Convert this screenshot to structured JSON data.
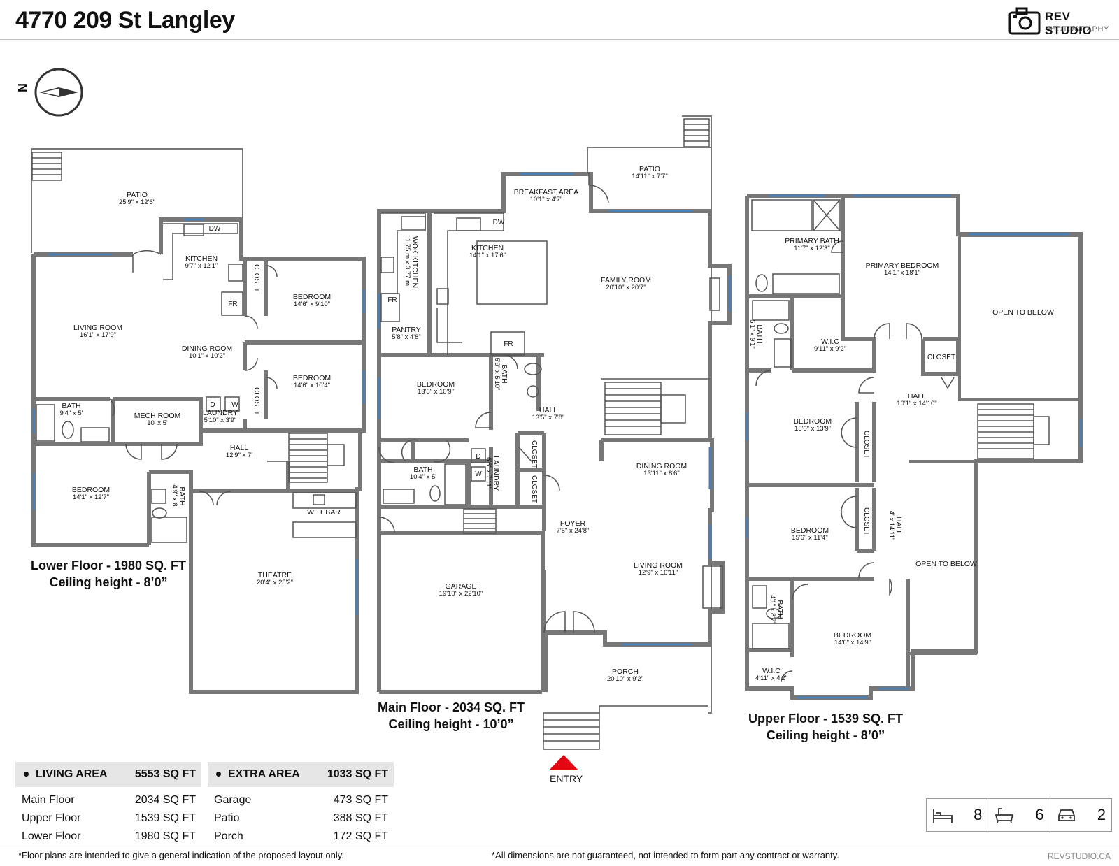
{
  "title": "4770 209 St Langley",
  "brand": {
    "name": "REV STUDIO",
    "sub": "PHOTOGRAPHY",
    "url": "REVSTUDIO.CA"
  },
  "compass": {
    "label": "N"
  },
  "floors": {
    "lower": {
      "line1": "Lower Floor - 1980 SQ. FT",
      "line2": "Ceiling height - 8’0”"
    },
    "main": {
      "line1": "Main Floor - 2034 SQ. FT",
      "line2": "Ceiling height - 10’0”"
    },
    "upper": {
      "line1": "Upper Floor - 1539 SQ. FT",
      "line2": "Ceiling height - 8’0’’"
    }
  },
  "rooms": {
    "lower": [
      {
        "id": "patio",
        "name": "PATIO",
        "dim": "25'9\" x 12'6\""
      },
      {
        "id": "kitchen",
        "name": "KITCHEN",
        "dim": "9'7\" x 12'1\""
      },
      {
        "id": "living",
        "name": "LIVING ROOM",
        "dim": "16'1\" x 17'9\""
      },
      {
        "id": "dining",
        "name": "DINING ROOM",
        "dim": "10'1\" x 10'2\""
      },
      {
        "id": "bed1",
        "name": "BEDROOM",
        "dim": "14'6\" x 9'10\""
      },
      {
        "id": "bed2",
        "name": "BEDROOM",
        "dim": "14'6\" x 10'4\""
      },
      {
        "id": "bath",
        "name": "BATH",
        "dim": "9'4\" x 5'"
      },
      {
        "id": "mech",
        "name": "MECH ROOM",
        "dim": "10' x 5'"
      },
      {
        "id": "laundry",
        "name": "LAUNDRY",
        "dim": "5'10\" x 3'9\""
      },
      {
        "id": "hall",
        "name": "HALL",
        "dim": "12'9\" x 7'"
      },
      {
        "id": "bed3",
        "name": "BEDROOM",
        "dim": "14'1\" x 12'7\""
      },
      {
        "id": "bath2",
        "name": "BATH",
        "dim": "4'9\" x 8'"
      },
      {
        "id": "wetbar",
        "name": "WET BAR",
        "dim": ""
      },
      {
        "id": "theatre",
        "name": "THEATRE",
        "dim": "20'4\" x 25'2\""
      }
    ],
    "main": [
      {
        "id": "patio",
        "name": "PATIO",
        "dim": "14'11\" x 7'7\""
      },
      {
        "id": "breakfast",
        "name": "BREAKFAST AREA",
        "dim": "10'1\" x 4'7\""
      },
      {
        "id": "wok",
        "name": "WOK KITCHEN",
        "dim": "1.75 m x 3.77 m"
      },
      {
        "id": "kitchen",
        "name": "KITCHEN",
        "dim": "14'1\" x 17'6\""
      },
      {
        "id": "family",
        "name": "FAMILY ROOM",
        "dim": "20'10\" x 20'7\""
      },
      {
        "id": "pantry",
        "name": "PANTRY",
        "dim": "5'8\" x 4'8\""
      },
      {
        "id": "bedroom",
        "name": "BEDROOM",
        "dim": "13'6\" x 10'9\""
      },
      {
        "id": "bath1",
        "name": "BATH",
        "dim": "5'9\" x 5'10\""
      },
      {
        "id": "hall",
        "name": "HALL",
        "dim": "13'5\" x 7'8\""
      },
      {
        "id": "bath2",
        "name": "BATH",
        "dim": "10'4\" x 5'"
      },
      {
        "id": "laundry",
        "name": "LAUNDRY",
        "dim": "6'6\" x 7'11\""
      },
      {
        "id": "dining",
        "name": "DINING ROOM",
        "dim": "13'11\" x 8'6\""
      },
      {
        "id": "foyer",
        "name": "FOYER",
        "dim": "7'5\" x 24'8\""
      },
      {
        "id": "living",
        "name": "LIVING ROOM",
        "dim": "12'9\" x 16'11\""
      },
      {
        "id": "garage",
        "name": "GARAGE",
        "dim": "19'10\" x 22'10\""
      },
      {
        "id": "porch",
        "name": "PORCH",
        "dim": "20'10\" x 9'2\""
      }
    ],
    "upper": [
      {
        "id": "pbath",
        "name": "PRIMARY BATH",
        "dim": "11'7\" x 12'3\""
      },
      {
        "id": "pbed",
        "name": "PRIMARY BEDROOM",
        "dim": "14'1\" x 18'1\""
      },
      {
        "id": "open1",
        "name": "OPEN TO BELOW",
        "dim": ""
      },
      {
        "id": "bath1",
        "name": "BATH",
        "dim": "5'1\" x 9'1\""
      },
      {
        "id": "wic",
        "name": "W.I.C",
        "dim": "9'11\" x 9'2\""
      },
      {
        "id": "hall",
        "name": "HALL",
        "dim": "10'1\" x 14'10\""
      },
      {
        "id": "bed1",
        "name": "BEDROOM",
        "dim": "15'6\" x 13'9\""
      },
      {
        "id": "bed2",
        "name": "BEDROOM",
        "dim": "15'6\" x 11'4\""
      },
      {
        "id": "hall2",
        "name": "HALL",
        "dim": "4' x 14'11\""
      },
      {
        "id": "open2",
        "name": "OPEN TO BELOW",
        "dim": ""
      },
      {
        "id": "bath2",
        "name": "BATH",
        "dim": "4'1\" x 8'7\""
      },
      {
        "id": "bed3",
        "name": "BEDROOM",
        "dim": "14'6\" x 14'9\""
      },
      {
        "id": "wic2",
        "name": "W.I.C",
        "dim": "4'11\" x 4'2\""
      }
    ]
  },
  "fixture_labels": {
    "closet": "CLOSET",
    "fridge": "FR",
    "dishwasher": "DW",
    "dryer": "D",
    "washer": "W"
  },
  "living_area": {
    "label": "LIVING AREA",
    "total": "5553 SQ FT",
    "rows": [
      {
        "name": "Main Floor",
        "value": "2034 SQ FT"
      },
      {
        "name": "Upper Floor",
        "value": "1539 SQ FT"
      },
      {
        "name": "Lower Floor",
        "value": "1980 SQ FT"
      }
    ]
  },
  "extra_area": {
    "label": "EXTRA AREA",
    "total": "1033 SQ FT",
    "rows": [
      {
        "name": "Garage",
        "value": "473 SQ FT"
      },
      {
        "name": "Patio",
        "value": "388 SQ FT"
      },
      {
        "name": "Porch",
        "value": "172 SQ FT"
      }
    ]
  },
  "stats": {
    "bedrooms": "8",
    "bathrooms": "6",
    "parking": "2",
    "icons": [
      "bed-icon",
      "bathtub-icon",
      "car-icon"
    ]
  },
  "entry": {
    "label": "ENTRY",
    "color": "#e30613"
  },
  "footer": {
    "left": "*Floor plans are intended to give a general indication of the proposed layout only.",
    "right": "*All dimensions are not guaranteed, not intended to form part any contract or warranty."
  },
  "colors": {
    "wall": "#777777",
    "window": "#4a7fb5",
    "header_fill": "#e6e6e6"
  }
}
